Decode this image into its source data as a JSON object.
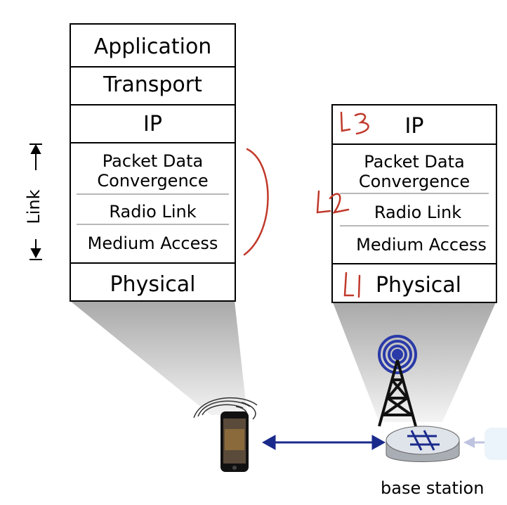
{
  "host_stack": {
    "layers": [
      "Application",
      "Transport",
      "IP",
      "Packet Data Convergence",
      "Radio Link",
      "Medium Access",
      "Physical"
    ]
  },
  "base_stack": {
    "layers": [
      "IP",
      "Packet Data Convergence",
      "Radio Link",
      "Medium Access",
      "Physical"
    ]
  },
  "link_label": "Link",
  "handwritten_annotations": [
    "L3",
    "L2",
    "L1"
  ],
  "base_station_label": "base station",
  "colors": {
    "annotation_red": "#c0392b",
    "link_arrow": "#1a2a8c",
    "signal_blue": "#2a3aa8"
  }
}
